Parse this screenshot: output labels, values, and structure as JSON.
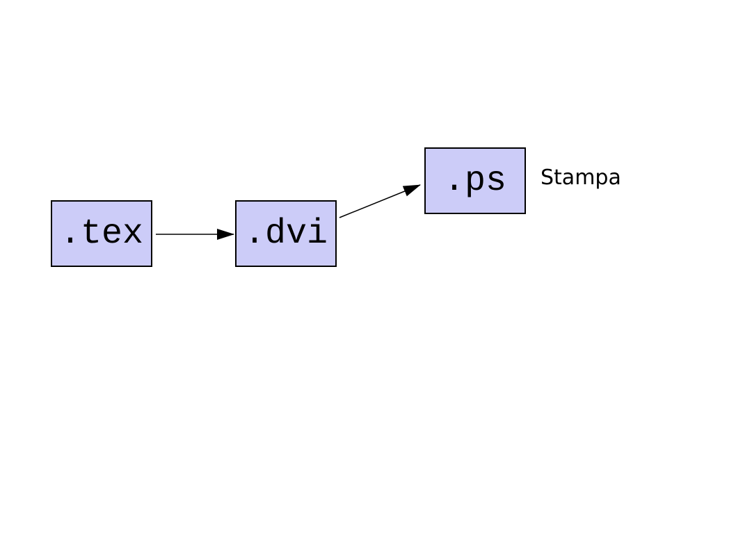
{
  "diagram": {
    "nodes": [
      {
        "id": "tex",
        "label": ".tex"
      },
      {
        "id": "dvi",
        "label": ".dvi"
      },
      {
        "id": "ps",
        "label": ".ps"
      }
    ],
    "arrows": [
      {
        "from": "tex",
        "to": "dvi"
      },
      {
        "from": "dvi",
        "to": "ps"
      }
    ],
    "annotations": [
      {
        "id": "stampa",
        "text": "Stampa",
        "attached_to": "ps"
      }
    ],
    "colors": {
      "node_fill": "#ccccf8",
      "node_border": "#000000",
      "arrow": "#000000",
      "text": "#000000",
      "background": "#ffffff"
    }
  }
}
